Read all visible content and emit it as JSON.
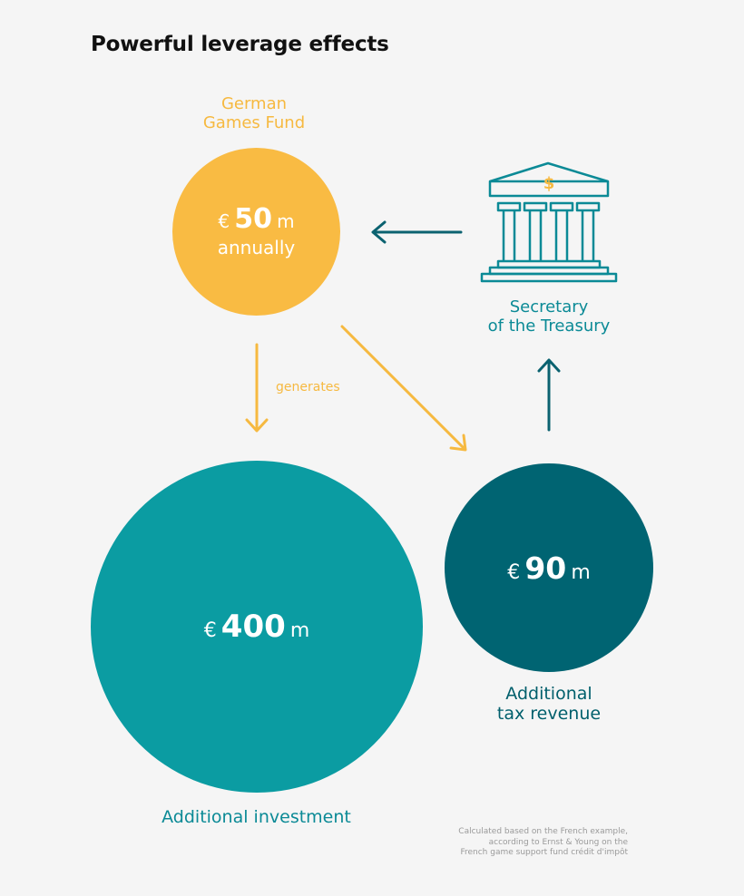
{
  "title": "Powerful leverage effects",
  "fund": {
    "label_line1": "German",
    "label_line2": "Games Fund",
    "currency": "€",
    "amount": "50",
    "unit": "m",
    "period": "annually"
  },
  "treasury": {
    "label_line1": "Secretary",
    "label_line2": "of the Treasury",
    "icon": "bank-building-icon",
    "icon_symbol": "$"
  },
  "arrow_label": "generates",
  "investment": {
    "currency": "€",
    "amount": "400",
    "unit": "m",
    "label": "Additional investment"
  },
  "tax": {
    "currency": "€",
    "amount": "90",
    "unit": "m",
    "label_line1": "Additional",
    "label_line2": "tax revenue"
  },
  "footnote": {
    "line1": "Calculated based on the French example,",
    "line2": "according to Ernst & Young on the",
    "line3": "French game support fund crédit d'impôt"
  },
  "colors": {
    "fund_yellow": "#f9bb43",
    "investment_teal": "#0b9ca2",
    "tax_dark_teal": "#006472",
    "arrow_dark_teal": "#0b6270",
    "treasury_teal": "#0b8a96",
    "background": "#f5f5f5"
  }
}
